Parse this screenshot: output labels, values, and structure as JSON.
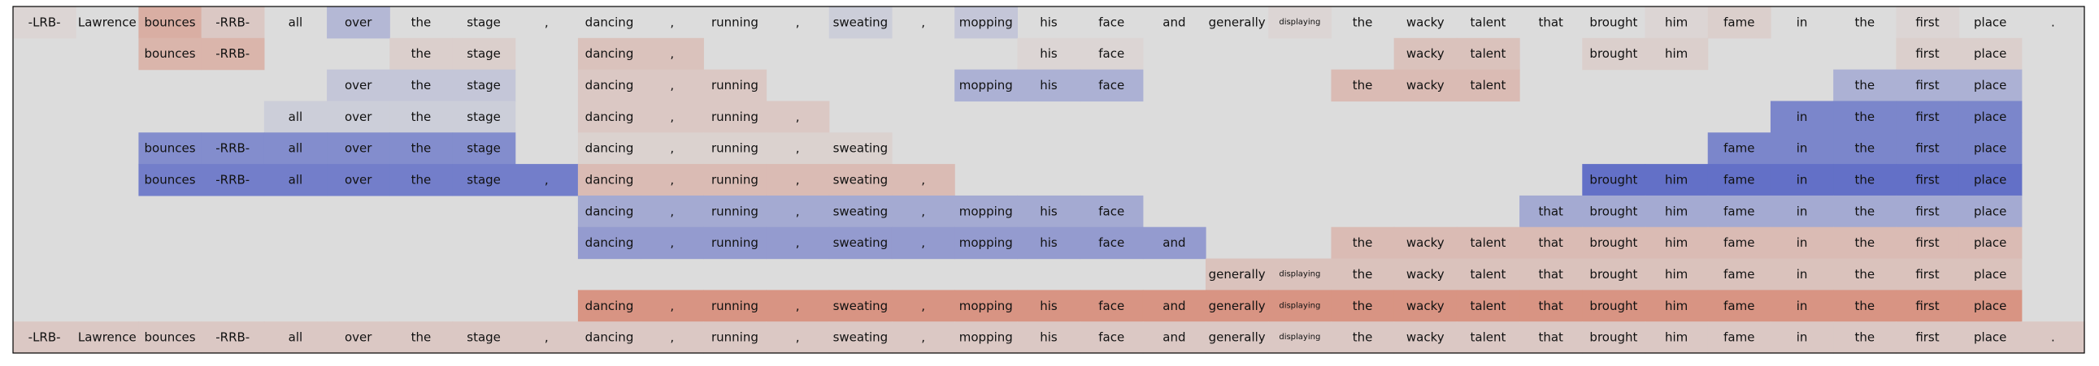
{
  "chart_data": {
    "type": "heatmap",
    "tokens": [
      "-LRB-",
      "Lawrence",
      "bounces",
      "-RRB-",
      "all",
      "over",
      "the",
      "stage",
      ",",
      "dancing",
      ",",
      "running",
      ",",
      "sweating",
      ",",
      "mopping",
      "his",
      "face",
      "and",
      "generally",
      "displaying",
      "the",
      "wacky",
      "talent",
      "that",
      "brought",
      "him",
      "fame",
      "in",
      "the",
      "first",
      "place",
      "."
    ],
    "value_range": [
      -1,
      1
    ],
    "colors": {
      "neutral": "#dcdcdc",
      "negative": "#3b4cc0",
      "positive": "#d4593a",
      "frame": "#000000"
    },
    "rows": [
      [
        0.05,
        0,
        0.35,
        0.15,
        0,
        -0.25,
        0,
        0,
        0,
        0,
        0,
        0,
        0,
        -0.1,
        0,
        -0.15,
        0,
        0,
        0,
        0,
        0.05,
        0,
        0,
        0,
        0,
        0,
        0.05,
        0.1,
        0,
        0,
        0.05,
        0,
        0
      ],
      [
        null,
        null,
        0.3,
        0.3,
        null,
        null,
        0.1,
        0.1,
        null,
        0.2,
        0.2,
        null,
        null,
        null,
        null,
        null,
        0.05,
        0.05,
        null,
        null,
        null,
        null,
        0.2,
        0.2,
        null,
        0.1,
        0.1,
        null,
        null,
        null,
        0.1,
        0.1,
        null
      ],
      [
        null,
        null,
        null,
        null,
        null,
        -0.15,
        -0.15,
        -0.15,
        null,
        0.15,
        0.15,
        0.15,
        null,
        null,
        null,
        -0.3,
        -0.3,
        -0.3,
        null,
        null,
        null,
        0.25,
        0.25,
        0.25,
        null,
        null,
        null,
        null,
        null,
        -0.3,
        -0.3,
        -0.3,
        null
      ],
      [
        null,
        null,
        null,
        null,
        -0.1,
        -0.1,
        -0.1,
        -0.1,
        null,
        0.15,
        0.15,
        0.15,
        0.15,
        null,
        null,
        null,
        null,
        null,
        null,
        null,
        null,
        null,
        null,
        null,
        null,
        null,
        null,
        null,
        -0.6,
        -0.6,
        -0.6,
        -0.6,
        null
      ],
      [
        null,
        null,
        -0.55,
        -0.55,
        -0.55,
        -0.55,
        -0.55,
        -0.55,
        null,
        0.08,
        0.08,
        0.08,
        0.08,
        0.08,
        null,
        null,
        null,
        null,
        null,
        null,
        null,
        null,
        null,
        null,
        null,
        null,
        null,
        -0.6,
        -0.6,
        -0.6,
        -0.6,
        -0.6,
        null
      ],
      [
        null,
        null,
        -0.65,
        -0.65,
        -0.65,
        -0.65,
        -0.65,
        -0.65,
        -0.65,
        0.25,
        0.25,
        0.25,
        0.25,
        0.25,
        0.25,
        null,
        null,
        null,
        null,
        null,
        null,
        null,
        null,
        null,
        null,
        -0.75,
        -0.75,
        -0.75,
        -0.75,
        -0.75,
        -0.75,
        -0.75,
        null
      ],
      [
        null,
        null,
        null,
        null,
        null,
        null,
        null,
        null,
        null,
        -0.35,
        -0.35,
        -0.35,
        -0.35,
        -0.35,
        -0.35,
        -0.35,
        -0.35,
        -0.35,
        null,
        null,
        null,
        null,
        null,
        null,
        -0.35,
        -0.35,
        -0.35,
        -0.35,
        -0.35,
        -0.35,
        -0.35,
        -0.35,
        null
      ],
      [
        null,
        null,
        null,
        null,
        null,
        null,
        null,
        null,
        null,
        -0.45,
        -0.45,
        -0.45,
        -0.45,
        -0.45,
        -0.45,
        -0.45,
        -0.45,
        -0.45,
        -0.45,
        null,
        null,
        0.25,
        0.25,
        0.25,
        0.25,
        0.25,
        0.25,
        0.25,
        0.25,
        0.25,
        0.25,
        0.25,
        null
      ],
      [
        null,
        null,
        null,
        null,
        null,
        null,
        null,
        null,
        null,
        null,
        null,
        null,
        null,
        null,
        null,
        null,
        null,
        null,
        null,
        0.2,
        0.2,
        0.2,
        0.2,
        0.2,
        0.2,
        0.2,
        0.2,
        0.2,
        0.2,
        0.2,
        0.2,
        0.2,
        null
      ],
      [
        null,
        null,
        null,
        null,
        null,
        null,
        null,
        null,
        null,
        0.55,
        0.55,
        0.55,
        0.55,
        0.55,
        0.55,
        0.55,
        0.55,
        0.55,
        0.55,
        0.55,
        0.55,
        0.55,
        0.55,
        0.55,
        0.55,
        0.55,
        0.55,
        0.55,
        0.55,
        0.55,
        0.55,
        0.55,
        null
      ],
      [
        0.15,
        0.15,
        0.15,
        0.15,
        0.15,
        0.15,
        0.15,
        0.15,
        0.15,
        0.15,
        0.15,
        0.15,
        0.15,
        0.15,
        0.15,
        0.15,
        0.15,
        0.15,
        0.15,
        0.15,
        0.15,
        0.15,
        0.15,
        0.15,
        0.15,
        0.15,
        0.15,
        0.15,
        0.15,
        0.15,
        0.15,
        0.15,
        0.15
      ]
    ]
  }
}
